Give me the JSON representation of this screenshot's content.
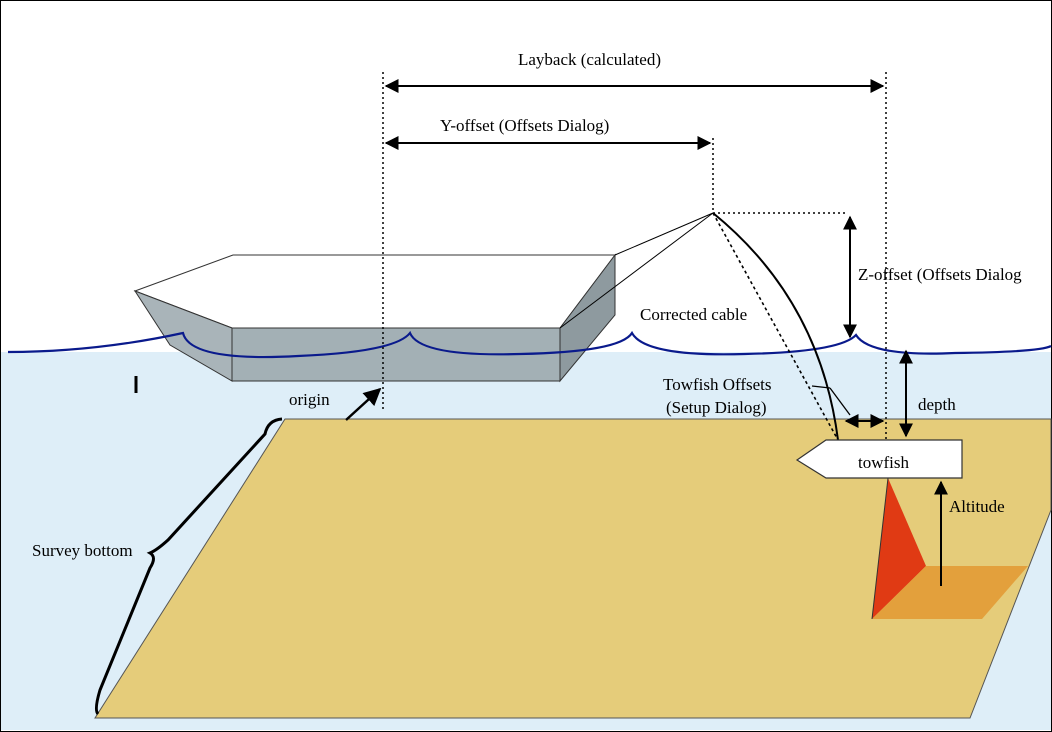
{
  "colors": {
    "sky": "#ffffff",
    "water": "#deeef8",
    "water_line": "#0a1a8c",
    "seabed": "#e5cc7a",
    "boat_gray": "#a9b4b9",
    "boat_light": "#ffffff",
    "shadow_red": "#e03a14",
    "shadow_orange": "#e3a03c",
    "ink": "#000000"
  },
  "labels": {
    "layback": "Layback (calculated)",
    "y_offset": "Y-offset (Offsets Dialog)",
    "z_offset": "Z-offset (Offsets Dialog",
    "corrected_cable": "Corrected cable",
    "towfish_offsets_line1": "Towfish Offsets",
    "towfish_offsets_line2": "(Setup Dialog)",
    "depth": "depth",
    "towfish": "towfish",
    "altitude": "Altitude",
    "origin": "origin",
    "survey_bottom": "Survey bottom"
  }
}
